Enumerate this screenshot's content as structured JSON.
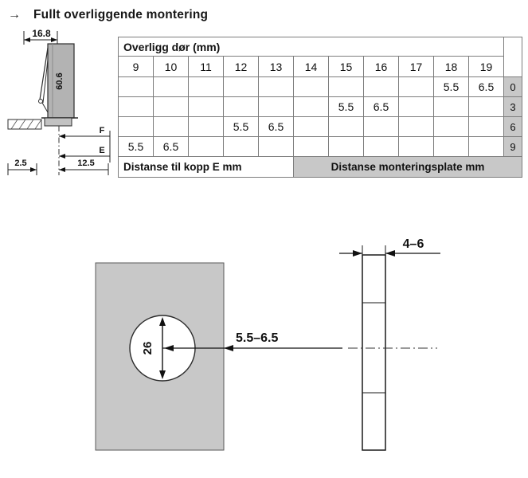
{
  "header": {
    "arrow": "→",
    "title": "Fullt overliggende montering"
  },
  "overlay_table": {
    "title": "Overligg dør (mm)",
    "columns": [
      "9",
      "10",
      "11",
      "12",
      "13",
      "14",
      "15",
      "16",
      "17",
      "18",
      "19"
    ],
    "rows": [
      {
        "cells": [
          "",
          "",
          "",
          "",
          "",
          "",
          "",
          "",
          "",
          "5.5",
          "6.5"
        ],
        "plate_distance": "0"
      },
      {
        "cells": [
          "",
          "",
          "",
          "",
          "",
          "",
          "5.5",
          "6.5",
          "",
          "",
          ""
        ],
        "plate_distance": "3"
      },
      {
        "cells": [
          "",
          "",
          "",
          "5.5",
          "6.5",
          "",
          "",
          "",
          "",
          "",
          ""
        ],
        "plate_distance": "6"
      },
      {
        "cells": [
          "5.5",
          "6.5",
          "",
          "",
          "",
          "",
          "",
          "",
          "",
          "",
          ""
        ],
        "plate_distance": "9"
      }
    ],
    "footer_left": "Distanse til kopp E mm",
    "footer_right": "Distanse monteringsplate mm"
  },
  "hinge_drawing": {
    "dim_top_width": "16.8",
    "dim_body_height": "60.6",
    "dim_f_label": "F",
    "dim_e_label": "E",
    "dim_bottom_left": "2.5",
    "dim_bottom_right": "12.5"
  },
  "mounting_drawing": {
    "cup_diameter": "26",
    "cup_edge_distance": "5.5–6.5",
    "plate_thickness": "4–6"
  },
  "colors": {
    "shaded_cell": "#c8c8c8",
    "door_fill": "#c8c8c8",
    "hinge_body_fill": "#b3b3b3",
    "line": "#1a1a1a"
  }
}
